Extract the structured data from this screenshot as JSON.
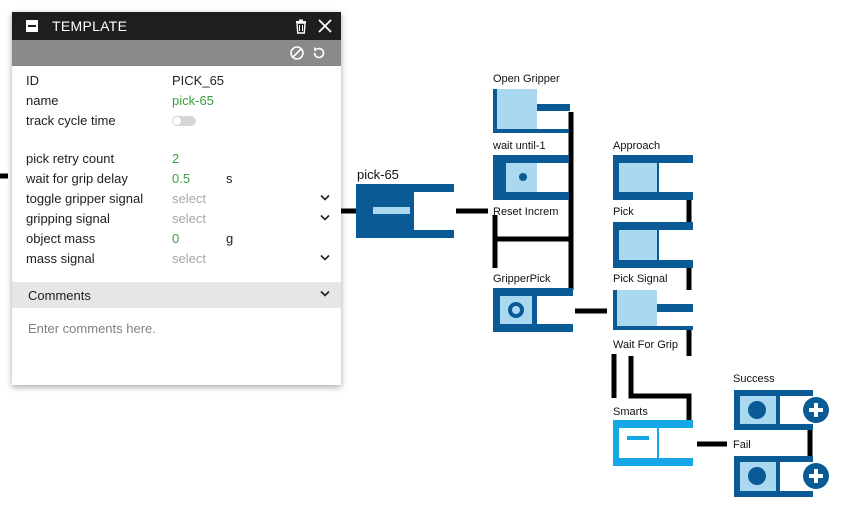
{
  "panel": {
    "title": "TEMPLATE",
    "properties": {
      "id": {
        "label": "ID",
        "value": "PICK_65"
      },
      "name": {
        "label": "name",
        "value": "pick-65"
      },
      "track_cycle_time": {
        "label": "track cycle time",
        "enabled": false
      },
      "pick_retry_count": {
        "label": "pick retry count",
        "value": "2"
      },
      "wait_for_grip_delay": {
        "label": "wait for grip delay",
        "value": "0.5",
        "unit": "s"
      },
      "toggle_gripper_signal": {
        "label": "toggle gripper signal",
        "value": "select"
      },
      "gripping_signal": {
        "label": "gripping signal",
        "value": "select"
      },
      "object_mass": {
        "label": "object mass",
        "value": "0",
        "unit": "g"
      },
      "mass_signal": {
        "label": "mass signal",
        "value": "select"
      }
    },
    "comments": {
      "label": "Comments",
      "placeholder": "Enter comments here."
    }
  },
  "flow": {
    "main_node": "pick-65",
    "steps": {
      "open_gripper": "Open Gripper",
      "wait_until": "wait until-1",
      "reset_increment": "Reset Increm",
      "gripper_pick": "GripperPick",
      "approach": "Approach",
      "pick": "Pick",
      "pick_signal": "Pick Signal",
      "wait_for_grip": "Wait For Grip",
      "smarts": "Smarts",
      "success": "Success",
      "fail": "Fail"
    }
  },
  "colors": {
    "dark_blue": "#0a5a96",
    "light_blue": "#a9d8f0",
    "bright_blue": "#16a8e6",
    "wire": "#000000",
    "value_green": "#3aa040"
  }
}
